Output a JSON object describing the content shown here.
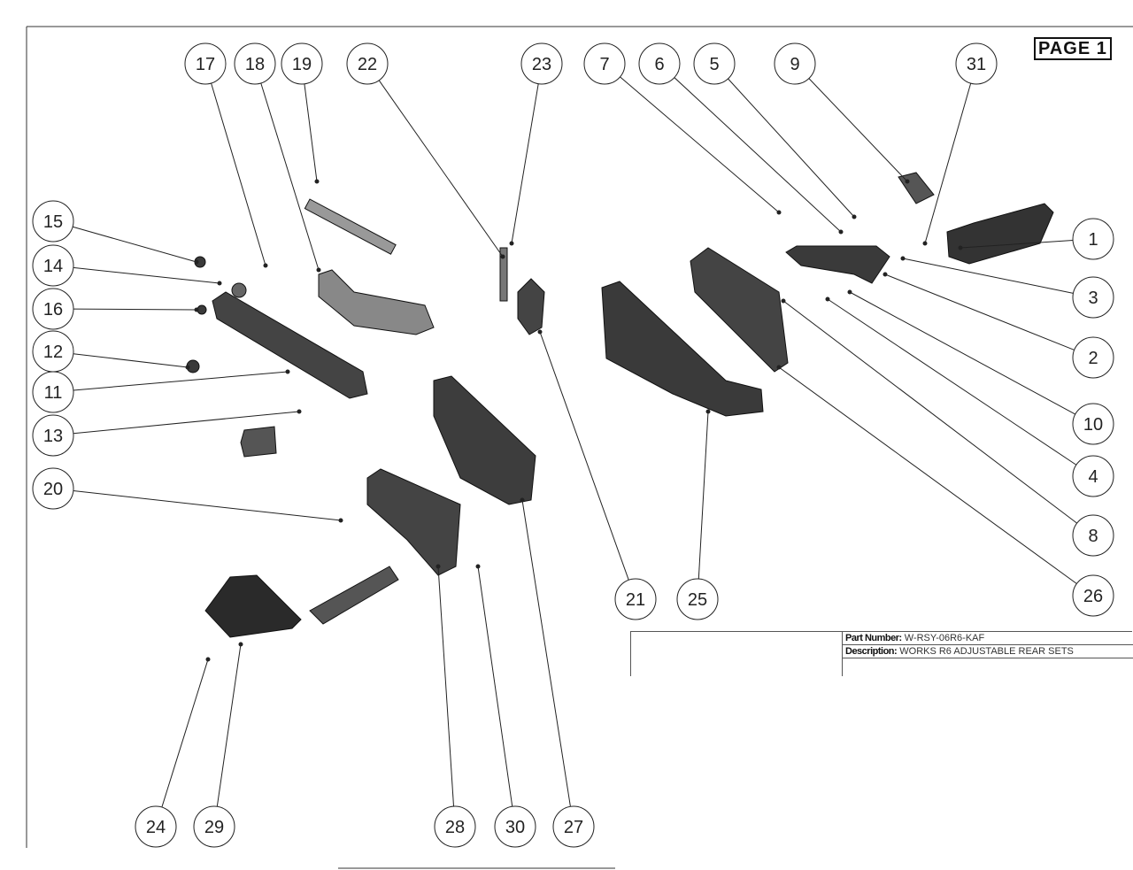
{
  "page_label": "PAGE 1",
  "title_block": {
    "part_number_label": "Part Number:",
    "part_number": "W-RSY-06R6-KAF",
    "description_label": "Description:",
    "description": "WORKS R6 ADJUSTABLE REAR SETS"
  },
  "balloons": [
    "17",
    "18",
    "19",
    "22",
    "23",
    "7",
    "6",
    "5",
    "9",
    "31",
    "15",
    "14",
    "16",
    "12",
    "11",
    "13",
    "20",
    "1",
    "3",
    "2",
    "10",
    "4",
    "8",
    "26",
    "21",
    "25",
    "24",
    "29",
    "28",
    "30",
    "27"
  ]
}
